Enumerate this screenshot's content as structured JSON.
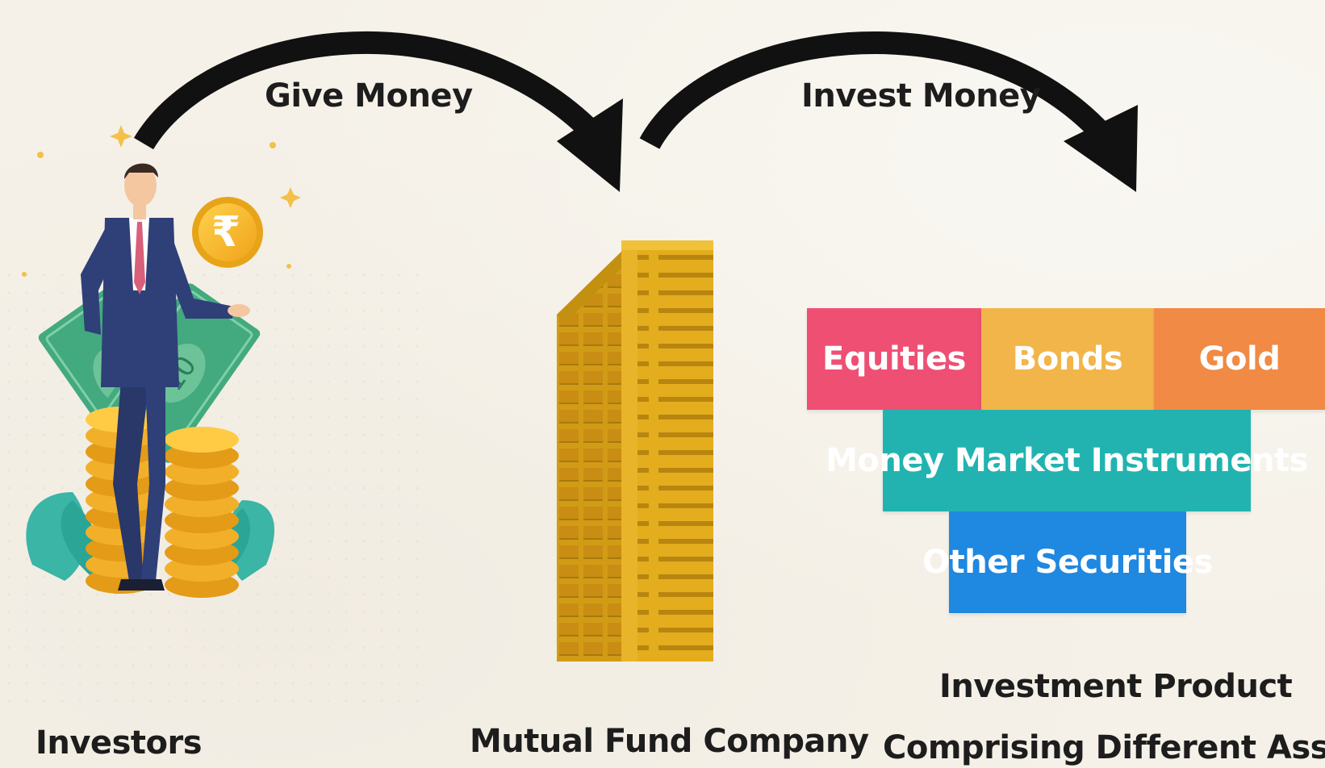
{
  "flows": {
    "give_money": "Give Money",
    "invest_money": "Invest Money"
  },
  "parties": {
    "investors": "Investors",
    "mutual_fund_company": "Mutual Fund Company",
    "investment_product_line1": "Investment Product",
    "investment_product_line2": "Comprising Different Assets"
  },
  "currency_symbol": "₹",
  "assets": [
    {
      "label": "Equities",
      "color": "#ee4f73"
    },
    {
      "label": "Bonds",
      "color": "#f2b54a"
    },
    {
      "label": "Gold",
      "color": "#f08a45"
    },
    {
      "label": "Money Market Instruments",
      "color": "#22b3b0"
    },
    {
      "label": "Other Securities",
      "color": "#1f88e0"
    }
  ],
  "colors": {
    "arrow": "#111111",
    "building": "#e1ad1c",
    "coin": "#f5b52a",
    "suit": "#2f3f78",
    "bill": "#3fa47a",
    "leaf": "#3ab5a6"
  }
}
